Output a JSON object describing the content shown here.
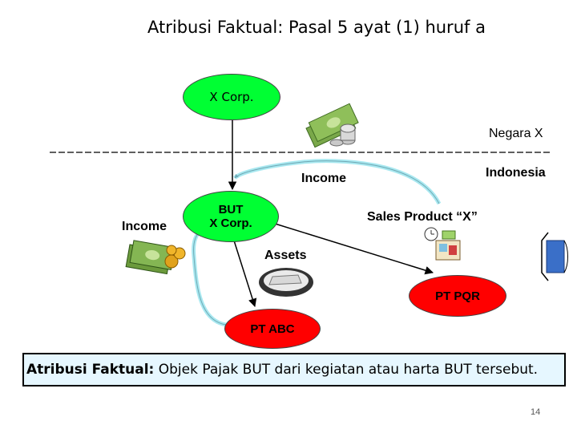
{
  "title": "Atribusi Faktual: Pasal 5 ayat (1) huruf a",
  "nodes": {
    "x_corp": "X Corp.",
    "but_line1": "BUT",
    "but_line2": "X Corp.",
    "pt_pqr": "PT PQR",
    "pt_abc": "PT ABC"
  },
  "labels": {
    "negara_x": "Negara X",
    "indonesia": "Indonesia",
    "income_top": "Income",
    "income_left": "Income",
    "sales_product": "Sales Product “X”",
    "assets": "Assets"
  },
  "footer": {
    "term": "Atribusi Faktual:",
    "text": " Objek Pajak BUT dari kegiatan atau harta BUT tersebut."
  },
  "page_number": "14",
  "colors": {
    "node_green": "#00ff33",
    "node_red": "#ff0000",
    "curve": "#a8e8f0",
    "footer_bg": "#e6f7ff"
  }
}
